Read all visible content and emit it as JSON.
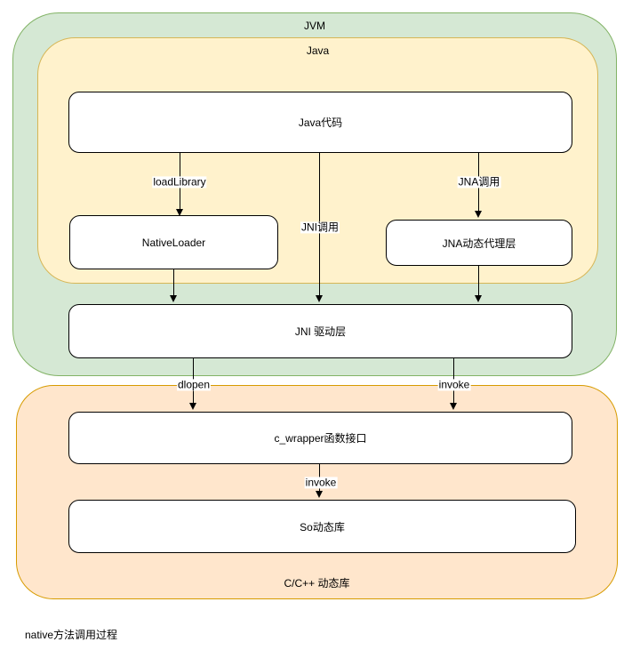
{
  "diagram": {
    "caption": "native方法调用过程",
    "containers": {
      "jvm": "JVM",
      "java": "Java",
      "cpp": "C/C++ 动态库"
    },
    "nodes": {
      "java_code": "Java代码",
      "native_loader": "NativeLoader",
      "jna_proxy": "JNA动态代理层",
      "jni_driver": "JNI 驱动层",
      "c_wrapper": "c_wrapper函数接口",
      "so_lib": "So动态库"
    },
    "edges": {
      "load_library": "loadLibrary",
      "jni_call": "JNI调用",
      "jna_call": "JNA调用",
      "dlopen": "dlopen",
      "invoke_upper": "invoke",
      "invoke_lower": "invoke"
    },
    "colors": {
      "jvm_fill": "#d5e8d4",
      "jvm_stroke": "#82b366",
      "java_fill": "#fff2cc",
      "java_stroke": "#d6b656",
      "cpp_fill": "#ffe6cc",
      "cpp_stroke": "#d79b00",
      "node_fill": "#ffffff",
      "node_stroke": "#000000",
      "text": "#000000"
    }
  }
}
